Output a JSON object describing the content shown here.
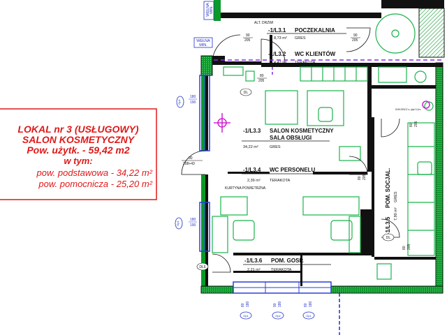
{
  "colors": {
    "wall_green": "#0a9a2a",
    "wall_black": "#111111",
    "window_blue": "#2a3fd8",
    "info_red": "#e01818",
    "furniture_green": "#19b34a",
    "dash_purple": "#8a2be2",
    "annotation_blue": "#2030c8",
    "pink_marker": "#d020d0"
  },
  "unit_info": {
    "line1": "LOKAL nr 3 (USŁUGOWY)",
    "line2": "SALON KOSMETYCZNY",
    "line3": "Pow. użytk. - 59,42 m2",
    "line4": "w tym:",
    "line5": "pow. podstawowa - 34,22 m²",
    "line6": "pow. pomocnicza - 25,20 m²"
  },
  "rooms": [
    {
      "code": "-1/L3.1",
      "name": "POCZEKALNIA",
      "area": "8,73 m²",
      "finish": "GRES"
    },
    {
      "code": "-1/L3.2",
      "name": "WC KLIENTÓW",
      "area": "4,47 m²",
      "finish": "TERAKOTA"
    },
    {
      "code": "-1/L3.3",
      "name": "SALON KOSMETYCZNY",
      "name2": "SALA OBSŁUGI",
      "area": "34,22 m²",
      "finish": "GRES"
    },
    {
      "code": "-1/L3.4",
      "name": "WC PERSONELU",
      "area": "2,39 m²",
      "finish": "TERAKOTA"
    },
    {
      "code": "-1/L3.5",
      "name": "POM. SOCJAL.",
      "area": "7,90 m²",
      "finish": "GRES"
    },
    {
      "code": "-1/L3.6",
      "name": "POM. GOSP.",
      "area": "2,21 m²",
      "finish": "TERAKOTA"
    }
  ],
  "labels": {
    "insulation_top": [
      "WEŁNA",
      "MIN."
    ],
    "insulation_left": [
      "WEŁNA",
      "MIN."
    ],
    "alt_door": "ALT. DRZWI",
    "air_curtain": "KURTYNA POWIETRZNA",
    "utility_note": "DOKOŃCZ s. płyt 0,1m",
    "dl_tag": "DL",
    "dl6_tag": "DL6",
    "door_sizes": {
      "d1_w": "90",
      "d1_h": "205",
      "d2_w": "80",
      "d2_h": "205",
      "d3_w": "80",
      "d3_h": "205",
      "d4_w": "90",
      "d4_h": "205",
      "d5_w": "80",
      "d5_h": "205",
      "d6_w": "80",
      "d6_h": "205",
      "d7_w": "90",
      "d7_h": "208+43"
    },
    "windows": [
      {
        "tag": "Op1",
        "w": "180",
        "h": "190"
      },
      {
        "tag": "Op1",
        "w": "180",
        "h": "190"
      },
      {
        "tag": "Op1",
        "w": "80",
        "h": "180"
      },
      {
        "tag": "Op2",
        "w": "90",
        "h": "180"
      },
      {
        "tag": "Op1",
        "w": "80",
        "h": "180"
      }
    ]
  }
}
